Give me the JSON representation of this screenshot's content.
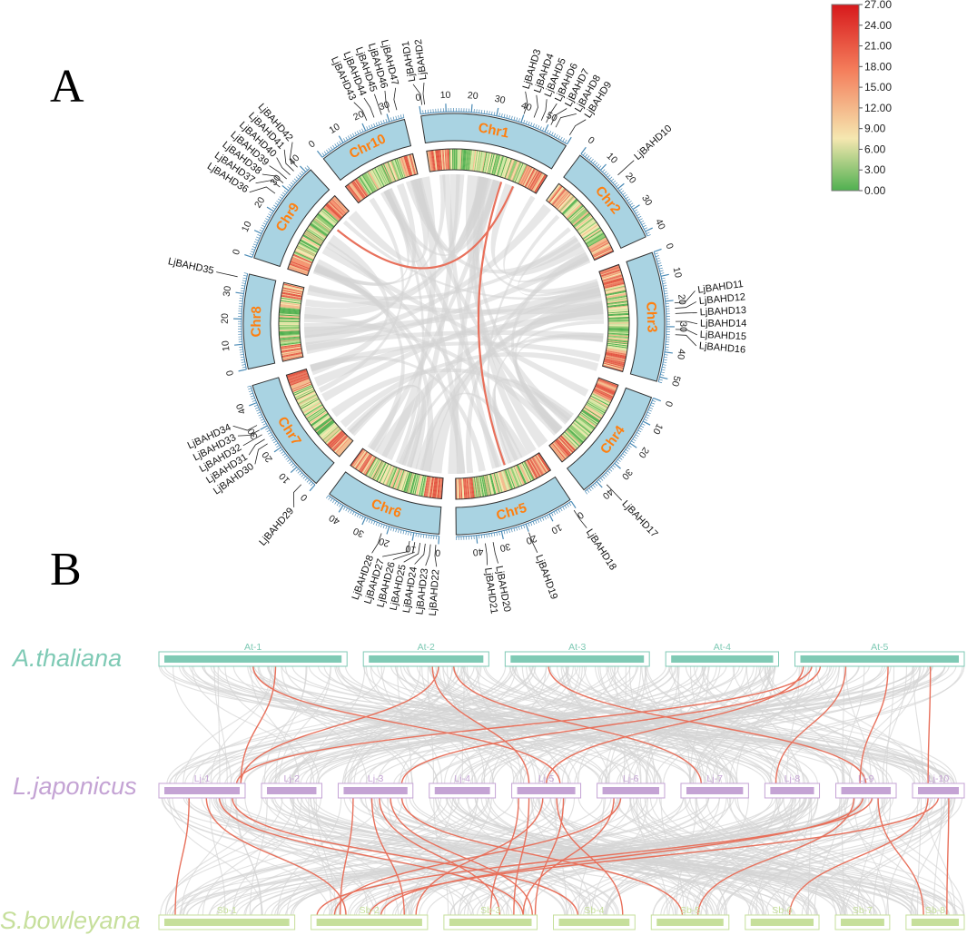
{
  "panels": {
    "a": "A",
    "b": "B"
  },
  "colors": {
    "chrom_fill": "#a9d3e2",
    "chrom_stroke": "#4a8ab5",
    "chrom_label": "#ff7f0e",
    "link_red": "#e8705b",
    "link_gray": "#d4d4d4",
    "at": "#7fcab5",
    "lj": "#c4a3d4",
    "sb": "#c6df9b"
  },
  "legend": {
    "ticks": [
      "27.00",
      "24.00",
      "21.00",
      "18.00",
      "15.00",
      "12.00",
      "9.00",
      "6.00",
      "3.00",
      "0.00"
    ],
    "gradient": [
      "#d7191c",
      "#f47d5b",
      "#f5e7b0",
      "#4fb050"
    ]
  },
  "circos": {
    "chromosomes": [
      {
        "name": "Chr1",
        "length": 60,
        "ticks": [
          "0",
          "10",
          "20",
          "30",
          "40",
          "50"
        ]
      },
      {
        "name": "Chr2",
        "length": 42,
        "ticks": [
          "0",
          "10",
          "20",
          "30",
          "40"
        ]
      },
      {
        "name": "Chr3",
        "length": 52,
        "ticks": [
          "0",
          "10",
          "20",
          "30",
          "40",
          "50"
        ]
      },
      {
        "name": "Chr4",
        "length": 46,
        "ticks": [
          "0",
          "10",
          "20",
          "30",
          "40"
        ]
      },
      {
        "name": "Chr5",
        "length": 48,
        "ticks": [
          "0",
          "10",
          "20",
          "30",
          "40"
        ]
      },
      {
        "name": "Chr6",
        "length": 47,
        "ticks": [
          "0",
          "10",
          "20",
          "30",
          "40"
        ]
      },
      {
        "name": "Chr7",
        "length": 47,
        "ticks": [
          "0",
          "10",
          "20",
          "30",
          "40"
        ]
      },
      {
        "name": "Chr8",
        "length": 38,
        "ticks": [
          "0",
          "10",
          "20",
          "30"
        ]
      },
      {
        "name": "Chr9",
        "length": 42,
        "ticks": [
          "0",
          "10",
          "20",
          "30",
          "40"
        ]
      },
      {
        "name": "Chr10",
        "length": 36,
        "ticks": [
          "0",
          "10",
          "20",
          "30"
        ]
      }
    ],
    "genes": [
      {
        "chr": 0,
        "pos": 1,
        "name": "LjBAHD1"
      },
      {
        "chr": 0,
        "pos": 2,
        "name": "LjBAHD2"
      },
      {
        "chr": 0,
        "pos": 40,
        "name": "LjBAHD3"
      },
      {
        "chr": 0,
        "pos": 44,
        "name": "LjBAHD4"
      },
      {
        "chr": 0,
        "pos": 47,
        "name": "LjBAHD5"
      },
      {
        "chr": 0,
        "pos": 49,
        "name": "LjBAHD6"
      },
      {
        "chr": 0,
        "pos": 51,
        "name": "LjBAHD7"
      },
      {
        "chr": 0,
        "pos": 53,
        "name": "LjBAHD8"
      },
      {
        "chr": 0,
        "pos": 59,
        "name": "LjBAHD9"
      },
      {
        "chr": 1,
        "pos": 16,
        "name": "LjBAHD10"
      },
      {
        "chr": 2,
        "pos": 21,
        "name": "LjBAHD11"
      },
      {
        "chr": 2,
        "pos": 23,
        "name": "LjBAHD12"
      },
      {
        "chr": 2,
        "pos": 25,
        "name": "LjBAHD13"
      },
      {
        "chr": 2,
        "pos": 28,
        "name": "LjBAHD14"
      },
      {
        "chr": 2,
        "pos": 31,
        "name": "LjBAHD15"
      },
      {
        "chr": 2,
        "pos": 33,
        "name": "LjBAHD16"
      },
      {
        "chr": 3,
        "pos": 38,
        "name": "LjBAHD17"
      },
      {
        "chr": 4,
        "pos": 1,
        "name": "LjBAHD18"
      },
      {
        "chr": 4,
        "pos": 20,
        "name": "LjBAHD19"
      },
      {
        "chr": 4,
        "pos": 34,
        "name": "LjBAHD20"
      },
      {
        "chr": 4,
        "pos": 37,
        "name": "LjBAHD21"
      },
      {
        "chr": 5,
        "pos": 1,
        "name": "LjBAHD22"
      },
      {
        "chr": 5,
        "pos": 3,
        "name": "LjBAHD23"
      },
      {
        "chr": 5,
        "pos": 5,
        "name": "LjBAHD24"
      },
      {
        "chr": 5,
        "pos": 7,
        "name": "LjBAHD25"
      },
      {
        "chr": 5,
        "pos": 9,
        "name": "LjBAHD26"
      },
      {
        "chr": 5,
        "pos": 11,
        "name": "LjBAHD27"
      },
      {
        "chr": 5,
        "pos": 22,
        "name": "LjBAHD28"
      },
      {
        "chr": 6,
        "pos": 4,
        "name": "LjBAHD29"
      },
      {
        "chr": 6,
        "pos": 24,
        "name": "LjBAHD30"
      },
      {
        "chr": 6,
        "pos": 26,
        "name": "LjBAHD31"
      },
      {
        "chr": 6,
        "pos": 28,
        "name": "LjBAHD32"
      },
      {
        "chr": 6,
        "pos": 30,
        "name": "LjBAHD33"
      },
      {
        "chr": 6,
        "pos": 32,
        "name": "LjBAHD34"
      },
      {
        "chr": 7,
        "pos": 36,
        "name": "LjBAHD35"
      },
      {
        "chr": 8,
        "pos": 26,
        "name": "LjBAHD36"
      },
      {
        "chr": 8,
        "pos": 29,
        "name": "LjBAHD37"
      },
      {
        "chr": 8,
        "pos": 31,
        "name": "LjBAHD38"
      },
      {
        "chr": 8,
        "pos": 33,
        "name": "LjBAHD39"
      },
      {
        "chr": 8,
        "pos": 35,
        "name": "LjBAHD40"
      },
      {
        "chr": 8,
        "pos": 37,
        "name": "LjBAHD41"
      },
      {
        "chr": 8,
        "pos": 39,
        "name": "LjBAHD42"
      },
      {
        "chr": 9,
        "pos": 22,
        "name": "LjBAHD43"
      },
      {
        "chr": 9,
        "pos": 25,
        "name": "LjBAHD44"
      },
      {
        "chr": 9,
        "pos": 28,
        "name": "LjBAHD45"
      },
      {
        "chr": 9,
        "pos": 31,
        "name": "LjBAHD46"
      },
      {
        "chr": 9,
        "pos": 34,
        "name": "LjBAHD47"
      }
    ],
    "red_links": [
      {
        "a": [
          0,
          47
        ],
        "b": [
          8,
          30
        ]
      },
      {
        "a": [
          4,
          20
        ],
        "b": [
          0,
          40
        ]
      }
    ]
  },
  "synteny": {
    "species": [
      {
        "name": "A.thaliana",
        "color": "#7fcab5",
        "chromosomes": [
          {
            "label": "At-1",
            "length": 30
          },
          {
            "label": "At-2",
            "length": 20
          },
          {
            "label": "At-3",
            "length": 23
          },
          {
            "label": "At-4",
            "length": 18
          },
          {
            "label": "At-5",
            "length": 27
          }
        ]
      },
      {
        "name": "L.japonicus",
        "color": "#c4a3d4",
        "chromosomes": [
          {
            "label": "Lj-1",
            "length": 60
          },
          {
            "label": "Lj-2",
            "length": 42
          },
          {
            "label": "Lj-3",
            "length": 52
          },
          {
            "label": "Lj-4",
            "length": 46
          },
          {
            "label": "Lj-5",
            "length": 48
          },
          {
            "label": "Lj-6",
            "length": 47
          },
          {
            "label": "Lj-7",
            "length": 47
          },
          {
            "label": "Lj-8",
            "length": 38
          },
          {
            "label": "Lj-9",
            "length": 42
          },
          {
            "label": "Lj-10",
            "length": 36
          }
        ]
      },
      {
        "name": "S.bowleyana",
        "color": "#c6df9b",
        "chromosomes": [
          {
            "label": "Sb-1",
            "length": 70
          },
          {
            "label": "Sb-2",
            "length": 60
          },
          {
            "label": "Sb-3",
            "length": 48
          },
          {
            "label": "Sb-4",
            "length": 42
          },
          {
            "label": "Sb-5",
            "length": 40
          },
          {
            "label": "Sb-6",
            "length": 38
          },
          {
            "label": "Sb-7",
            "length": 28
          },
          {
            "label": "Sb-8",
            "length": 30
          }
        ]
      }
    ],
    "links_top": [
      [
        0,
        0.62,
        0,
        0.95
      ],
      [
        1,
        0.6,
        0,
        0.95
      ],
      [
        1,
        0.55,
        4,
        0.25
      ],
      [
        1,
        0.72,
        6,
        0.3
      ],
      [
        4,
        0.1,
        0,
        0.9
      ],
      [
        4,
        0.15,
        2,
        0.85
      ],
      [
        4,
        0.05,
        4,
        0.5
      ],
      [
        4,
        0.3,
        7,
        0.2
      ],
      [
        4,
        0.55,
        8,
        0.4
      ],
      [
        4,
        0.8,
        9,
        0.3
      ],
      [
        2,
        0.3,
        8,
        0.5
      ],
      [
        0,
        0.5,
        4,
        0.7
      ]
    ],
    "links_bottom": [
      [
        0,
        0.35,
        0,
        0.12
      ],
      [
        0,
        0.55,
        1,
        0.3
      ],
      [
        0,
        0.7,
        2,
        0.85
      ],
      [
        0,
        0.85,
        3,
        0.3
      ],
      [
        2,
        0.2,
        1,
        0.25
      ],
      [
        2,
        0.45,
        1,
        0.8
      ],
      [
        2,
        0.55,
        2,
        0.6
      ],
      [
        2,
        0.7,
        2,
        0.95
      ],
      [
        4,
        0.1,
        2,
        0.5
      ],
      [
        4,
        0.25,
        2,
        0.75
      ],
      [
        4,
        0.45,
        1,
        0.9
      ],
      [
        4,
        0.65,
        3,
        0.85
      ],
      [
        4,
        0.75,
        2,
        0.98
      ],
      [
        5,
        0.25,
        2,
        0.85
      ],
      [
        5,
        0.35,
        1,
        0.2
      ],
      [
        8,
        0.45,
        1,
        0.6
      ],
      [
        8,
        0.6,
        1,
        0.05
      ],
      [
        8,
        0.7,
        7,
        0.3
      ],
      [
        9,
        0.5,
        1,
        0.5
      ],
      [
        9,
        0.3,
        5,
        0.6
      ],
      [
        9,
        0.7,
        7,
        0.7
      ],
      [
        8,
        0.3,
        4,
        0.6
      ],
      [
        2,
        0.85,
        4,
        0.4
      ]
    ]
  }
}
